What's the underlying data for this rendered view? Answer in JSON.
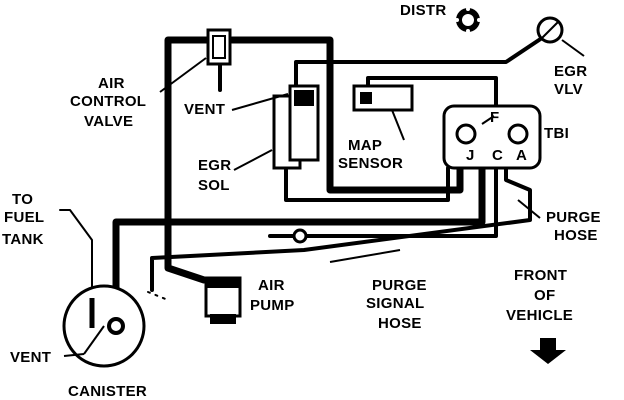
{
  "labels": {
    "distr": "DISTR",
    "egr_vlv_1": "EGR",
    "egr_vlv_2": "VLV",
    "air_control_1": "AIR",
    "air_control_2": "CONTROL",
    "air_control_3": "VALVE",
    "vent_top": "VENT",
    "egr_sol_1": "EGR",
    "egr_sol_2": "SOL",
    "map_1": "MAP",
    "map_2": "SENSOR",
    "tbi": "TBI",
    "port_f": "F",
    "port_j": "J",
    "port_c": "C",
    "port_a": "A",
    "to_fuel_1": "TO",
    "to_fuel_2": "FUEL",
    "to_fuel_3": "TANK",
    "purge_hose_1": "PURGE",
    "purge_hose_2": "HOSE",
    "air_pump_1": "AIR",
    "air_pump_2": "PUMP",
    "purge_signal_1": "PURGE",
    "purge_signal_2": "SIGNAL",
    "purge_signal_3": "HOSE",
    "front_1": "FRONT",
    "front_2": "OF",
    "front_3": "VEHICLE",
    "vent_bottom": "VENT",
    "canister": "CANISTER"
  }
}
